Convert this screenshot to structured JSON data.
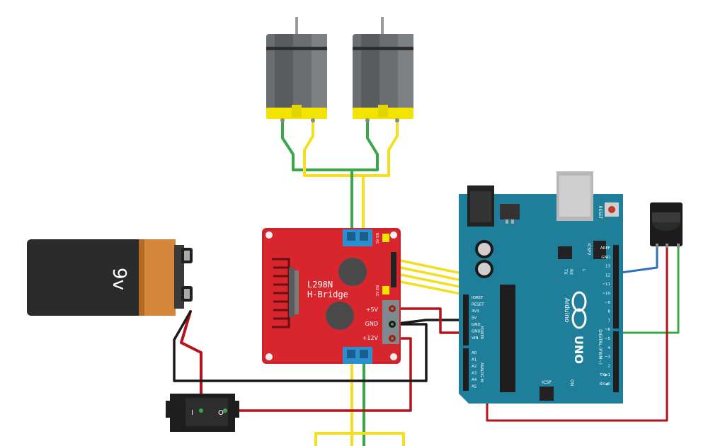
{
  "battery": {
    "label": "9v"
  },
  "hbridge": {
    "title_line1": "L298N",
    "title_line2": "H-Bridge",
    "pin_5v": "+5V",
    "pin_gnd": "GND",
    "pin_12v": "+12V",
    "hdr_top": "5V EN",
    "hdr_bottom": "5V EN"
  },
  "arduino": {
    "logo": "Arduino",
    "model": "UNO",
    "reset_label": "RESET",
    "icsp2_label": "ICSP2",
    "icsp_label": "ICSP",
    "tx_label": "TX",
    "rx_label": "RX",
    "l_label": "L",
    "on_label": "ON",
    "digital_label": "DIGITAL (PWM~)",
    "analog_label": "ANALOG IN",
    "power_label": "POWER",
    "power_pins": [
      "IOREF",
      "RESET",
      "3V3",
      "5V",
      "GND",
      "GND",
      "VIN"
    ],
    "analog_pins": [
      "A0",
      "A1",
      "A2",
      "A3",
      "A4",
      "A5"
    ],
    "digital_pins": [
      "AREF",
      "GND",
      "13",
      "12",
      "~11",
      "~10",
      "~9",
      "8",
      "7",
      "~6",
      "~5",
      "4",
      "~3",
      "2",
      "TX▶1",
      "RX◀0"
    ]
  },
  "switch": {
    "on_mark": "I",
    "off_mark": "O"
  },
  "colors": {
    "red_wire": "#b3131b",
    "black_wire": "#1a1a1a",
    "yellow_wire": "#f2df1f",
    "green_wire": "#3aa84a",
    "blue_wire": "#2f6fc1",
    "board_red": "#d8262e",
    "arduino_teal": "#1f7f9a",
    "motor_grey": "#6b6e70",
    "motor_yellow": "#f3e400"
  }
}
